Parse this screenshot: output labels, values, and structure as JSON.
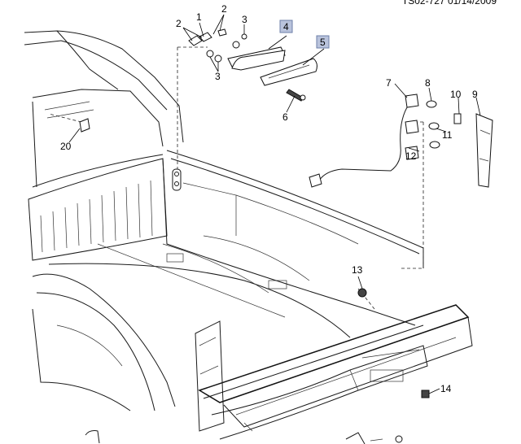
{
  "diagram": {
    "header_code": "TS02-727  01/14/2009",
    "callouts": {
      "c1": "1",
      "c2a": "2",
      "c2b": "2",
      "c3a": "3",
      "c3b": "3",
      "c4": "4",
      "c5": "5",
      "c6": "6",
      "c7": "7",
      "c8": "8",
      "c9": "9",
      "c10": "10",
      "c11": "11",
      "c12": "12",
      "c13": "13",
      "c14": "14",
      "c20": "20"
    },
    "highlight_color": "#b9c3dc"
  }
}
